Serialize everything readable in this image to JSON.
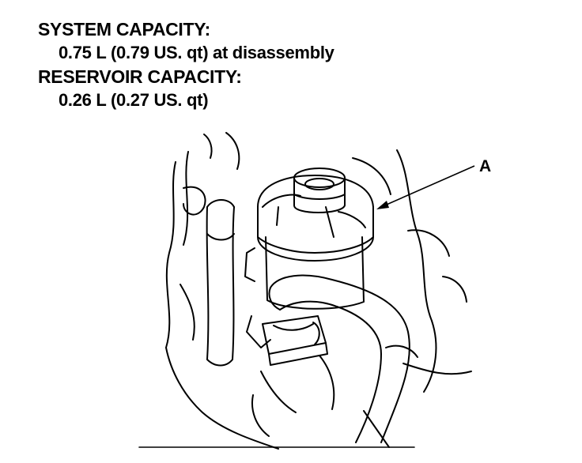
{
  "specs": {
    "system_heading": "SYSTEM CAPACITY:",
    "system_value": "0.75 L (0.79 US. qt) at disassembly",
    "reservoir_heading": "RESERVOIR CAPACITY:",
    "reservoir_value": "0.26 L (0.27 US. qt)"
  },
  "callout": {
    "label": "A"
  }
}
